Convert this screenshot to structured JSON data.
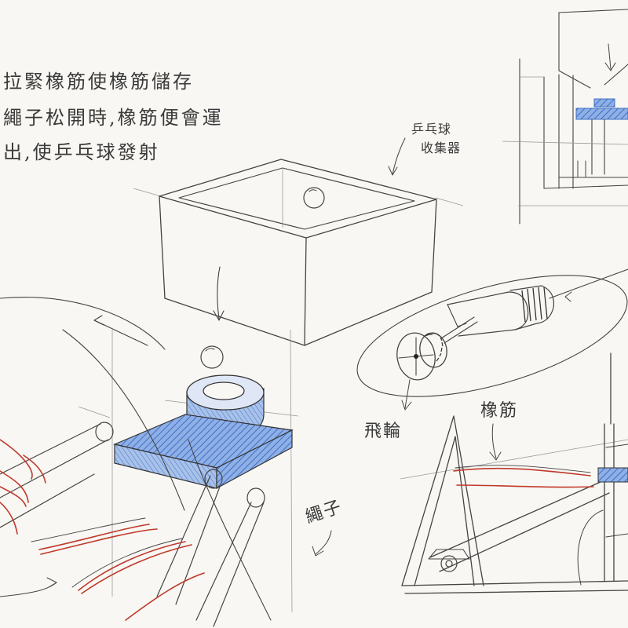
{
  "note": {
    "line1": "拉緊橡筋使橡筋儲存",
    "line2": "繩子松開時,橡筋便會運",
    "line3": "出,使乒乓球發射"
  },
  "labels": {
    "collector_line1": "乒乓球",
    "collector_line2": "收集器",
    "flywheel": "飛輪",
    "rope": "繩子",
    "rubber_band": "橡筋"
  },
  "colors": {
    "pencil": "#444444",
    "blue_shading": "#4a7fd0",
    "red_band": "#c0392b",
    "paper": "#f8f7f3"
  }
}
